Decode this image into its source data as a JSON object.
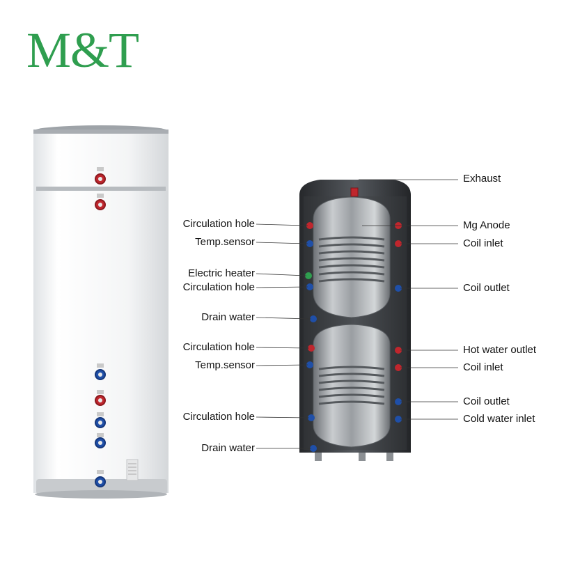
{
  "brand": {
    "logo_text": "M&T",
    "logo_color": "#2f9e4f"
  },
  "left_labels": [
    "Circulation hole",
    "Temp.sensor",
    "Electric heater",
    "Circulation hole",
    "Drain water",
    "Circulation hole",
    "Temp.sensor",
    "Circulation hole",
    "Drain water"
  ],
  "right_labels": [
    "Exhaust",
    "Mg Anode",
    "Coil inlet",
    "Coil outlet",
    "Hot water outlet",
    "Coil inlet",
    "Coil outlet",
    "Cold water inlet"
  ],
  "colors": {
    "port_red": "#c0262d",
    "port_blue": "#1f4fa8",
    "tank_body": "#f6f7f8",
    "tank_trim": "#b9bcc0"
  }
}
